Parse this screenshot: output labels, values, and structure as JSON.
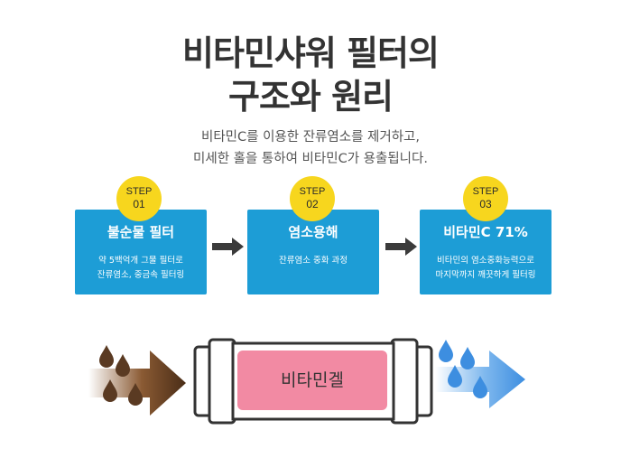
{
  "title": {
    "line1": "비타민샤워 필터의",
    "line2": "구조와 원리"
  },
  "subtitle": {
    "line1": "비타민C를 이용한 잔류염소를 제거하고,",
    "line2": "미세한 홀을 통하여 비타민C가 용출됩니다."
  },
  "steps": [
    {
      "label": "STEP",
      "number": "01",
      "title": "불순물 필터",
      "desc1": "약 5백억개 그물 필터로",
      "desc2": "잔류염소, 중금속 필터링"
    },
    {
      "label": "STEP",
      "number": "02",
      "title": "염소용해",
      "desc1": "잔류염소 중화 과정",
      "desc2": ""
    },
    {
      "label": "STEP",
      "number": "03",
      "title": "비타민C 71%",
      "desc1": "비타민의 염소중화능력으로",
      "desc2": "마지막까지 깨끗하게 필터링"
    }
  ],
  "filter": {
    "core_label": "비타민겔"
  },
  "colors": {
    "card_blue": "#1d9dd6",
    "badge_yellow": "#f7d61e",
    "core_pink": "#f28aa3",
    "dirty_brown": "#5a3a22",
    "clean_blue": "#3d8ee0"
  },
  "icons": {
    "step_arrow": "right-arrow-icon",
    "dirty_water": "brown-droplet-icon",
    "clean_water": "blue-droplet-icon"
  }
}
